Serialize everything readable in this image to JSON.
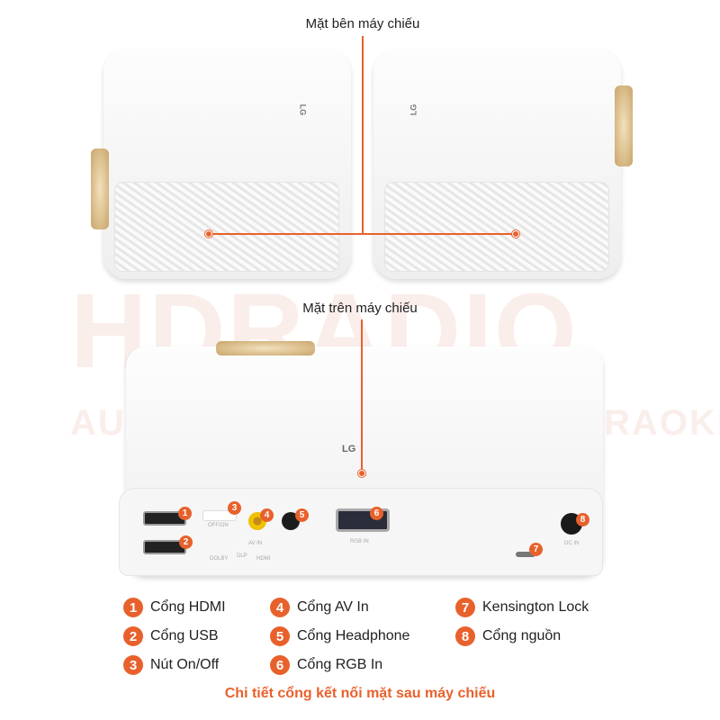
{
  "labels": {
    "side": "Mặt bên máy chiếu",
    "top": "Mặt trên máy chiếu"
  },
  "watermark": {
    "main": "HDRADIO",
    "sub": "AUDIO - HOME CINEMA - KARAOKE"
  },
  "device": {
    "brand": "LG",
    "ports": {
      "off_on": "OFF/ON",
      "av_in": "AV IN",
      "rgb_in": "RGB IN",
      "dc_in": "DC IN",
      "hdmi": "HDMI",
      "dolby": "DOLBY",
      "dlp": "DLP"
    }
  },
  "legend": [
    {
      "num": "1",
      "label": "Cổng HDMI"
    },
    {
      "num": "2",
      "label": "Cổng USB"
    },
    {
      "num": "3",
      "label": "Nút On/Off"
    },
    {
      "num": "4",
      "label": "Cổng AV In"
    },
    {
      "num": "5",
      "label": "Cổng Headphone"
    },
    {
      "num": "6",
      "label": "Cổng RGB In"
    },
    {
      "num": "7",
      "label": "Kensington Lock"
    },
    {
      "num": "8",
      "label": "Cổng nguồn"
    }
  ],
  "caption": "Chi tiết cổng kết nối mặt sau máy chiếu",
  "colors": {
    "accent": "#e8612c"
  }
}
